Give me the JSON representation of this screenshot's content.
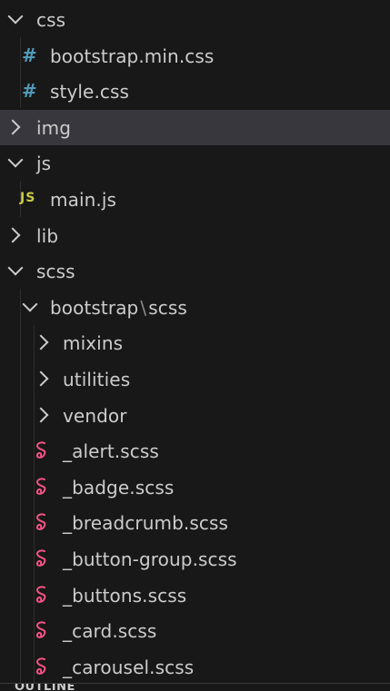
{
  "explorer": {
    "items": [
      {
        "label": "css",
        "type": "folder",
        "expanded": true
      },
      {
        "label": "bootstrap.min.css",
        "type": "file",
        "icon": "hash-icon"
      },
      {
        "label": "style.css",
        "type": "file",
        "icon": "hash-icon"
      },
      {
        "label": "img",
        "type": "folder",
        "expanded": false,
        "selected": true
      },
      {
        "label": "js",
        "type": "folder",
        "expanded": true
      },
      {
        "label": "main.js",
        "type": "file",
        "icon": "js-icon",
        "icon_text": "JS"
      },
      {
        "label": "lib",
        "type": "folder",
        "expanded": false
      },
      {
        "label": "scss",
        "type": "folder",
        "expanded": true
      },
      {
        "label_a": "bootstrap",
        "separator": "\\",
        "label_b": "scss",
        "type": "folder",
        "expanded": true
      },
      {
        "label": "mixins",
        "type": "folder",
        "expanded": false
      },
      {
        "label": "utilities",
        "type": "folder",
        "expanded": false
      },
      {
        "label": "vendor",
        "type": "folder",
        "expanded": false
      },
      {
        "label": "_alert.scss",
        "type": "file",
        "icon": "sass-icon"
      },
      {
        "label": "_badge.scss",
        "type": "file",
        "icon": "sass-icon"
      },
      {
        "label": "_breadcrumb.scss",
        "type": "file",
        "icon": "sass-icon"
      },
      {
        "label": "_button-group.scss",
        "type": "file",
        "icon": "sass-icon"
      },
      {
        "label": "_buttons.scss",
        "type": "file",
        "icon": "sass-icon"
      },
      {
        "label": "_card.scss",
        "type": "file",
        "icon": "sass-icon"
      },
      {
        "label": "_carousel.scss",
        "type": "file",
        "icon": "sass-icon"
      }
    ]
  },
  "outline": {
    "title": "OUTLINE"
  },
  "colors": {
    "background": "#181818",
    "selected_row": "#37373d",
    "text": "#cccccc",
    "css_icon": "#519aba",
    "js_icon": "#cbcb41",
    "sass_icon": "#f55385"
  }
}
